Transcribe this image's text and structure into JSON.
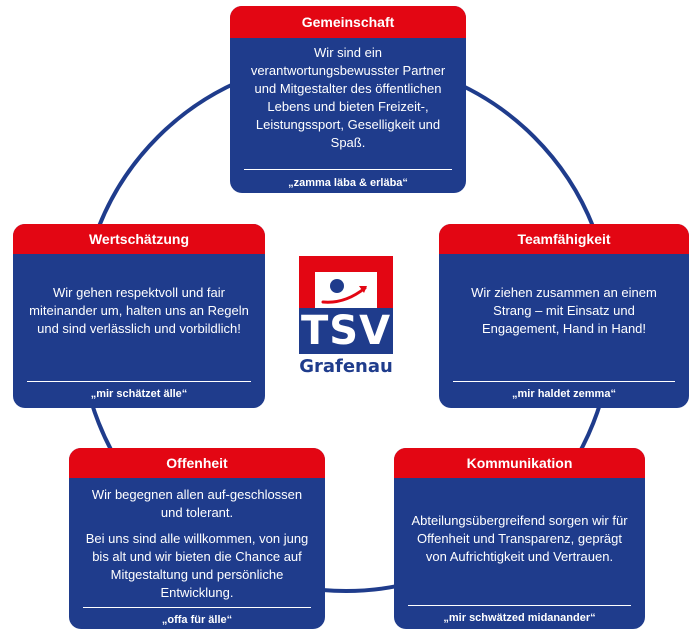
{
  "colors": {
    "blue": "#1f3c8c",
    "red": "#e30613",
    "ring": "#1f3c8c",
    "white": "#ffffff"
  },
  "logo": {
    "line1": "TSV",
    "line2": "Grafenau"
  },
  "cards": {
    "gemeinschaft": {
      "title": "Gemeinschaft",
      "text": "Wir sind ein verantwortungsbewusster Partner und Mitgestalter des öffentlichen Lebens und bieten Freizeit-, Leistungssport, Geselligkeit und Spaß.",
      "motto": "„zamma läba & erläba“"
    },
    "wertschaetzung": {
      "title": "Wertschätzung",
      "text": "Wir gehen respektvoll und fair miteinander um, halten uns an Regeln und sind verlässlich und vorbildlich!",
      "motto": "„mir schätzet älle“"
    },
    "teamfaehigkeit": {
      "title": "Teamfähigkeit",
      "text": "Wir ziehen zusammen an einem Strang – mit Einsatz und Engagement, Hand in Hand!",
      "motto": "„mir haldet zemma“"
    },
    "offenheit": {
      "title": "Offenheit",
      "text1": "Wir begegnen allen auf-geschlossen und tolerant.",
      "text2": "Bei uns sind alle willkommen, von jung bis alt und wir bieten die Chance auf Mitgestaltung und persönliche Entwicklung.",
      "motto": "„offa für älle“"
    },
    "kommunikation": {
      "title": "Kommunikation",
      "text": "Abteilungsübergreifend sorgen wir für Offenheit und Transparenz, geprägt von Aufrichtigkeit und Vertrauen.",
      "motto": "„mir schwätzed midanander“"
    }
  }
}
